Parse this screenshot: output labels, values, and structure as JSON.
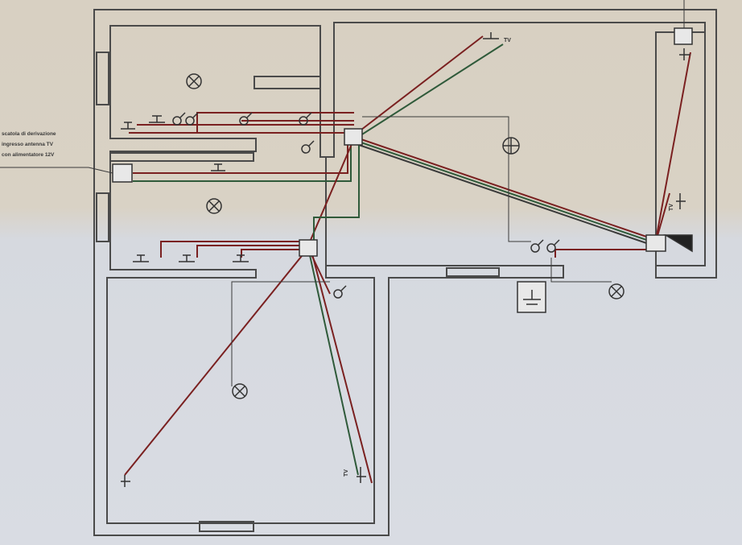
{
  "diagram": {
    "title": "Impianto elettrico - pianta",
    "callout": {
      "lines": [
        "scatola di derivazione",
        "ingresso antenna TV",
        "con alimentatore 12V"
      ]
    },
    "labels": {
      "tv_top": "TV",
      "tv_right": "TV",
      "tv_bottom": "TV"
    },
    "colors": {
      "wall": "#4a4a4a",
      "phase_wire": "#7a2020",
      "neutral_wire": "#2f5a3a",
      "earth_wire": "#3a3a3a"
    }
  }
}
